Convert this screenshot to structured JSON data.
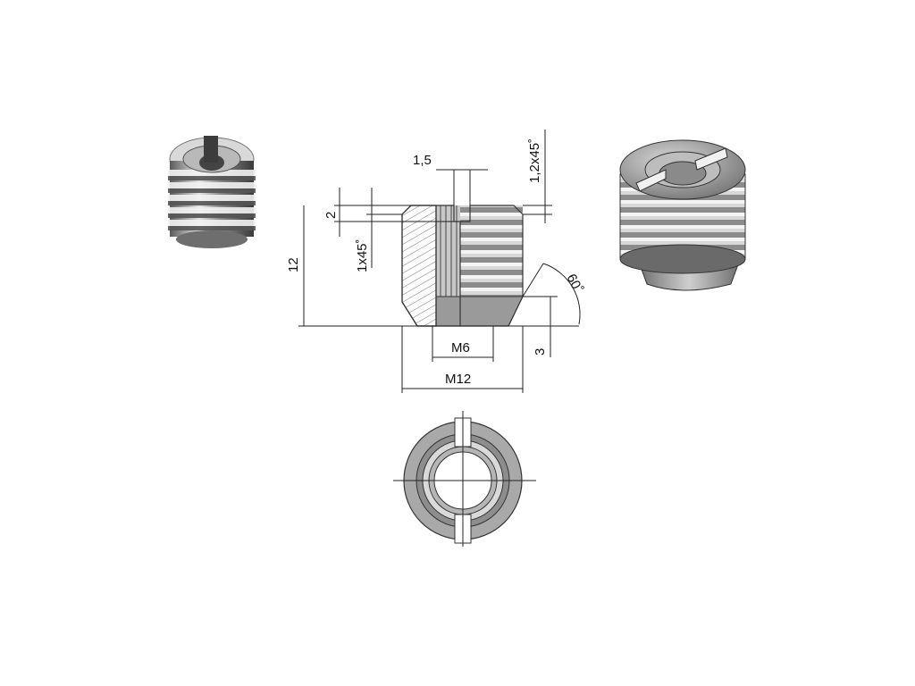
{
  "dimensions": {
    "slot_width": "1,5",
    "top_chamfer": "1,2x45˚",
    "slot_depth": "2",
    "inner_chamfer": "1x45˚",
    "height": "12",
    "cone_angle": "60˚",
    "inner_thread": "M6",
    "outer_thread": "M12",
    "cone_height": "3"
  }
}
